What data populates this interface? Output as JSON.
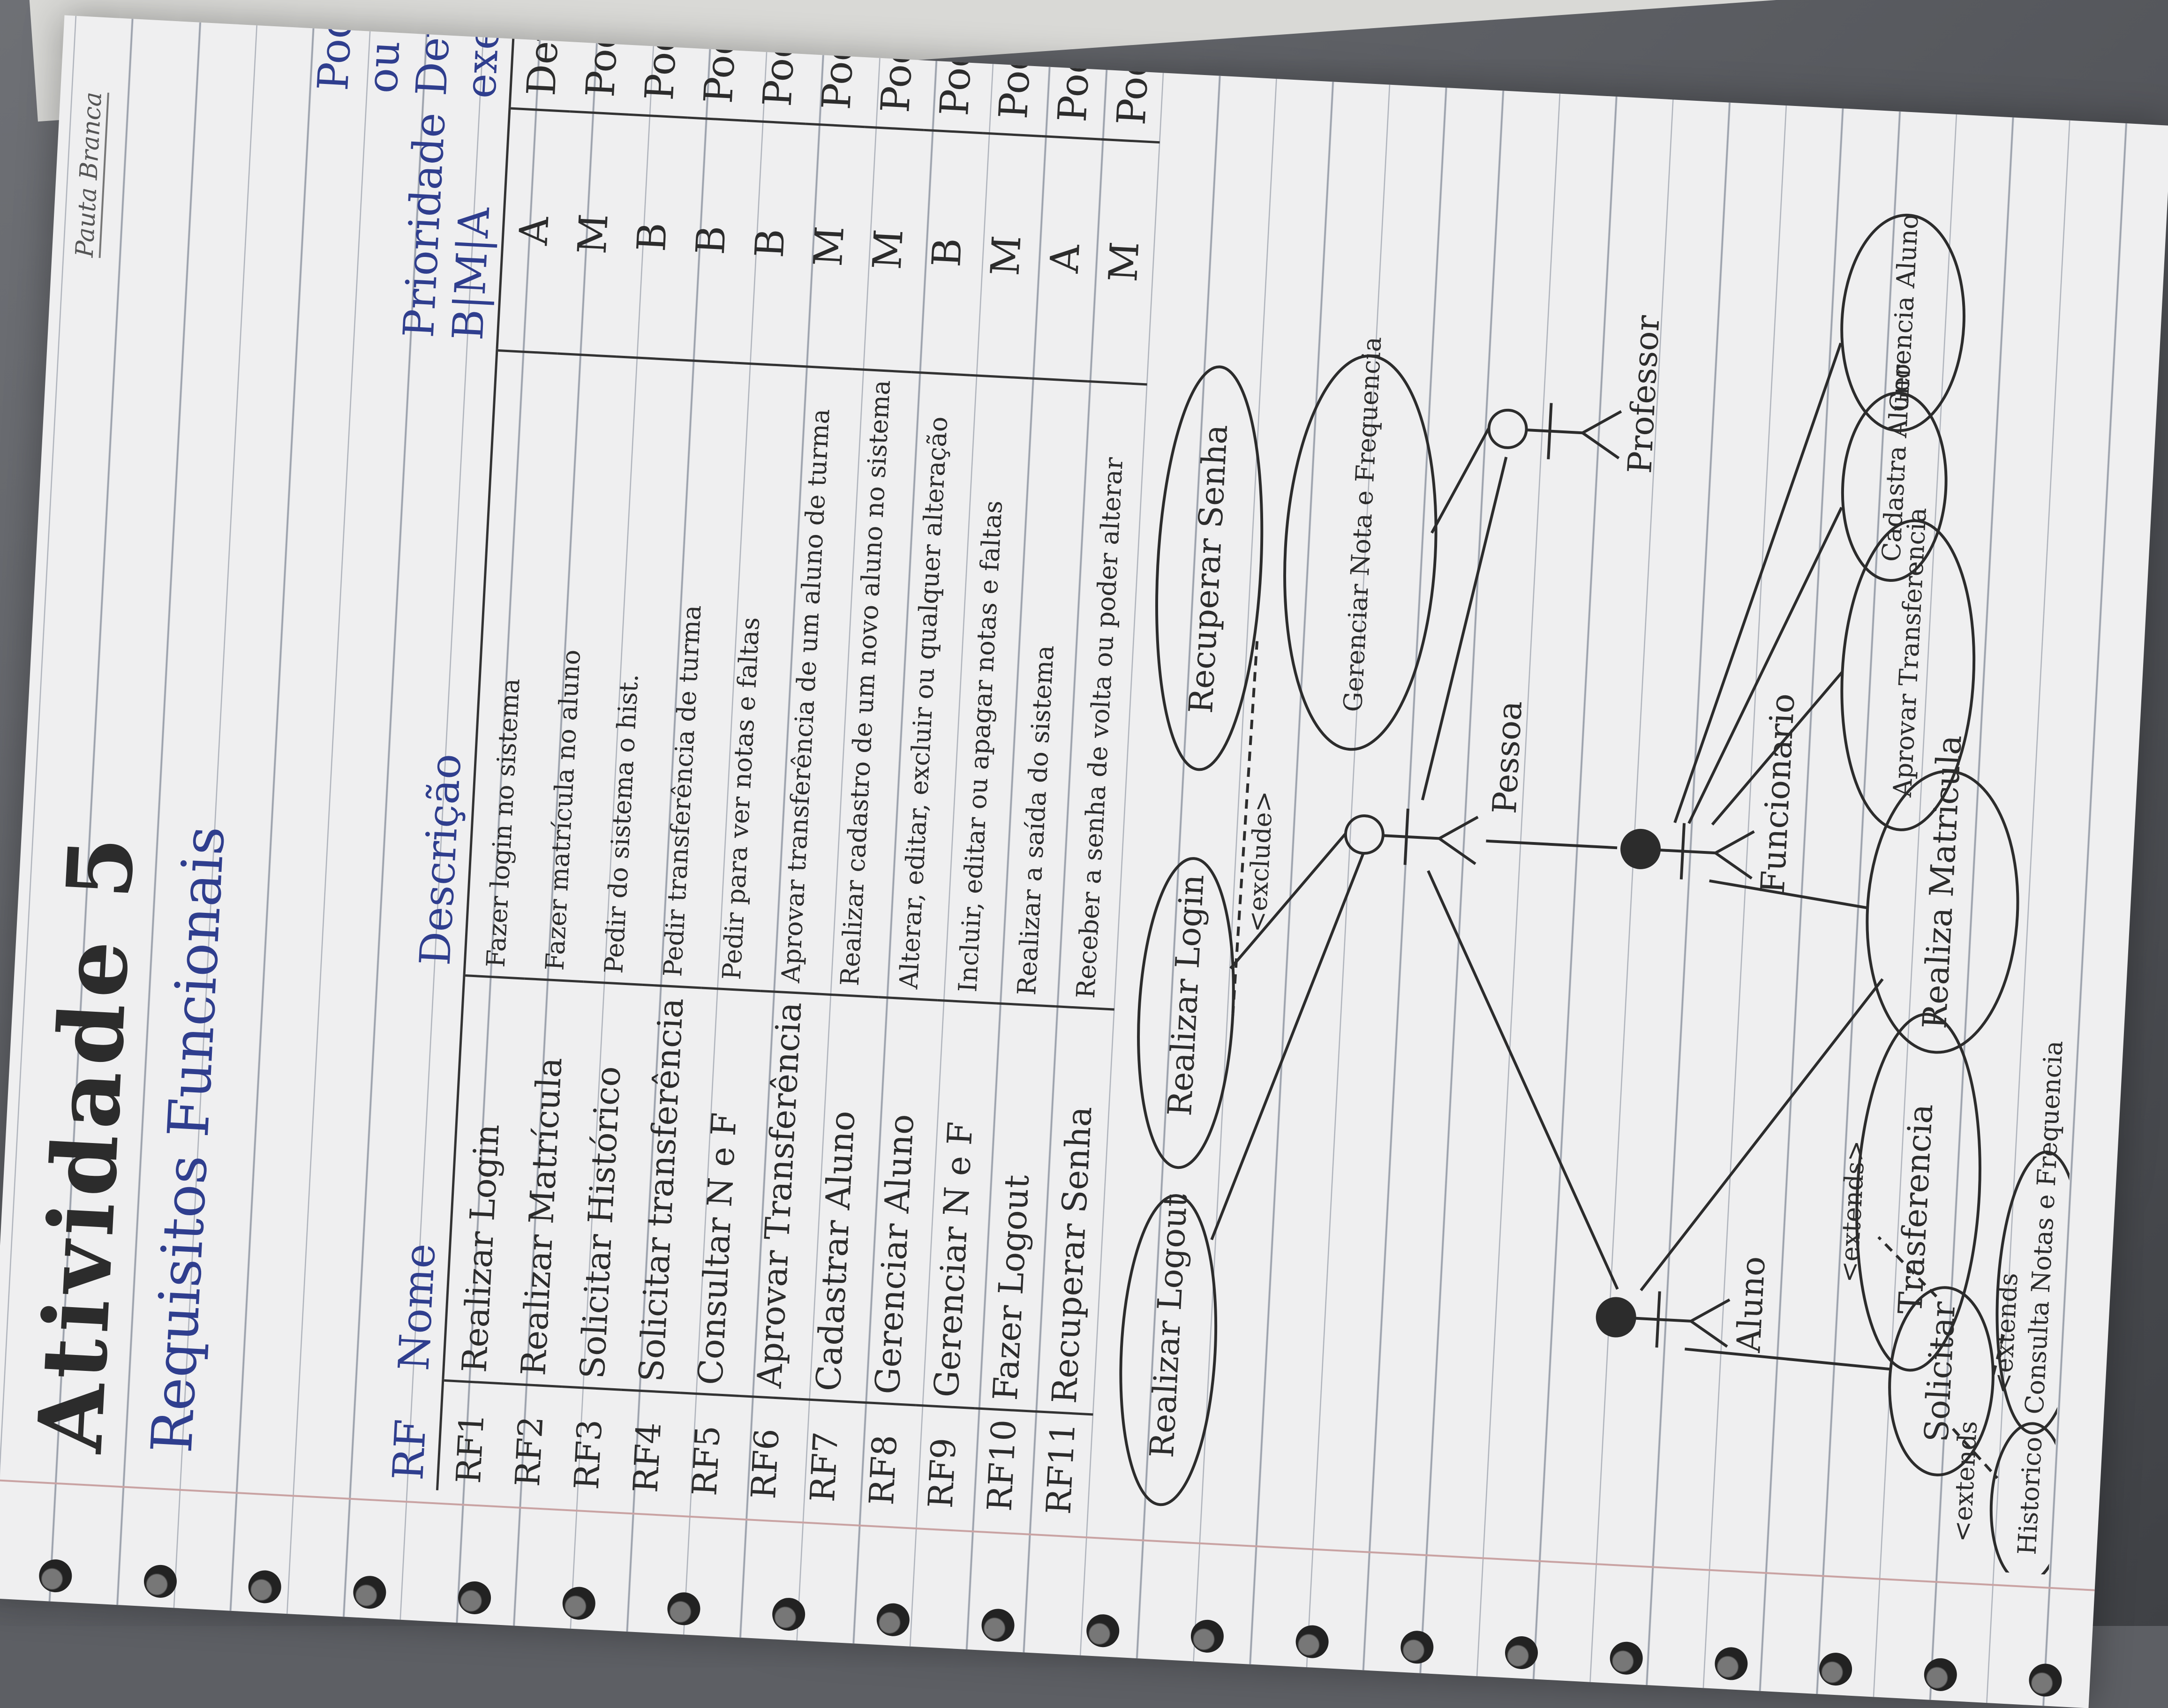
{
  "page": {
    "title": "Atividade 5",
    "subtitle": "Requisitos Funcionais",
    "brand": "Pauta Branca"
  },
  "table": {
    "headers": {
      "rf": "RF",
      "name": "Nome",
      "desc": "Descrição",
      "priority": "Prioridade B|M|A",
      "must": "Pode ou Deve exec."
    },
    "rows": [
      {
        "rf": "RF1",
        "name": "Realizar Login",
        "desc": "Fazer login no sistema",
        "priority": "A",
        "must": "Deve"
      },
      {
        "rf": "RF2",
        "name": "Realizar Matrícula",
        "desc": "Fazer matrícula no aluno",
        "priority": "M",
        "must": "Pode"
      },
      {
        "rf": "RF3",
        "name": "Solicitar Histórico",
        "desc": "Pedir do sistema o hist.",
        "priority": "B",
        "must": "Pode"
      },
      {
        "rf": "RF4",
        "name": "Solicitar transferência",
        "desc": "Pedir transferência de turma",
        "priority": "B",
        "must": "Pode"
      },
      {
        "rf": "RF5",
        "name": "Consultar N e F",
        "desc": "Pedir para ver notas e faltas",
        "priority": "B",
        "must": "Pode"
      },
      {
        "rf": "RF6",
        "name": "Aprovar Transferência",
        "desc": "Aprovar transferência de um aluno de turma",
        "priority": "M",
        "must": "Pode"
      },
      {
        "rf": "RF7",
        "name": "Cadastrar Aluno",
        "desc": "Realizar cadastro de um novo aluno no sistema",
        "priority": "M",
        "must": "Pode"
      },
      {
        "rf": "RF8",
        "name": "Gerenciar Aluno",
        "desc": "Alterar, editar, excluir ou qualquer alteração",
        "priority": "B",
        "must": "Pode"
      },
      {
        "rf": "RF9",
        "name": "Gerenciar N e F",
        "desc": "Incluir, editar ou apagar notas e faltas",
        "priority": "M",
        "must": "Pode"
      },
      {
        "rf": "RF10",
        "name": "Fazer Logout",
        "desc": "Realizar a saída do sistema",
        "priority": "A",
        "must": "Pode"
      },
      {
        "rf": "RF11",
        "name": "Recuperar Senha",
        "desc": "Receber a senha de volta ou poder alterar",
        "priority": "M",
        "must": "Pode"
      }
    ]
  },
  "diagram": {
    "actors": {
      "pessoa": "Pessoa",
      "aluno": "Aluno",
      "funcionario": "Funcionario",
      "professor": "Professor"
    },
    "use_cases": {
      "realizar_logout": "Realizar Logout",
      "realizar_login": "Realizar Login",
      "recuperar_senha": "Recuperar Senha",
      "gerenciar_nota": "Gerenciar Nota e Frequencia",
      "solicitar": "Solicitar",
      "historico": "Historico",
      "transferencia": "Trasferencia",
      "consulta": "Consulta Notas e Frequencia",
      "realizar_matricula": "Realiza Matricula",
      "aprovar": "Aprovar Transferencia",
      "cadastrar": "Cadastra Aluno",
      "gerenciar_aluno": "Gerencia Aluno"
    },
    "stereotypes": {
      "exclude": "<exclude>",
      "extends_1": "<extends",
      "extends_2": "<extends>",
      "extends_3": "<extends"
    }
  }
}
